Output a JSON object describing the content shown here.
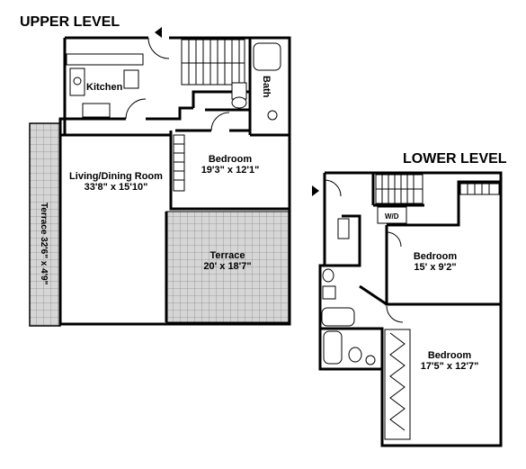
{
  "upper_level": {
    "heading": "UPPER LEVEL",
    "kitchen": "Kitchen",
    "bath": "Bath",
    "living_name": "Living/Dining Room",
    "living_dims": "33'8\" x 15'10\"",
    "bedroom_name": "Bedroom",
    "bedroom_dims": "19'3\" x 12'1\"",
    "terrace_name": "Terrace",
    "terrace_dims": "20' x 18'7\"",
    "side_terrace": "Terrace 32'6\" x 4'9\""
  },
  "lower_level": {
    "heading": "LOWER LEVEL",
    "washer_dryer": "W/D",
    "bedroom1_name": "Bedroom",
    "bedroom1_dims": "15' x 9'2\"",
    "bedroom2_name": "Bedroom",
    "bedroom2_dims": "17'5\" x 12'7\""
  },
  "colors": {
    "terrace_fill": "#d6d6d6",
    "grid_line": "#8a8a8a"
  },
  "icons": [
    "entry-arrow-icon"
  ]
}
